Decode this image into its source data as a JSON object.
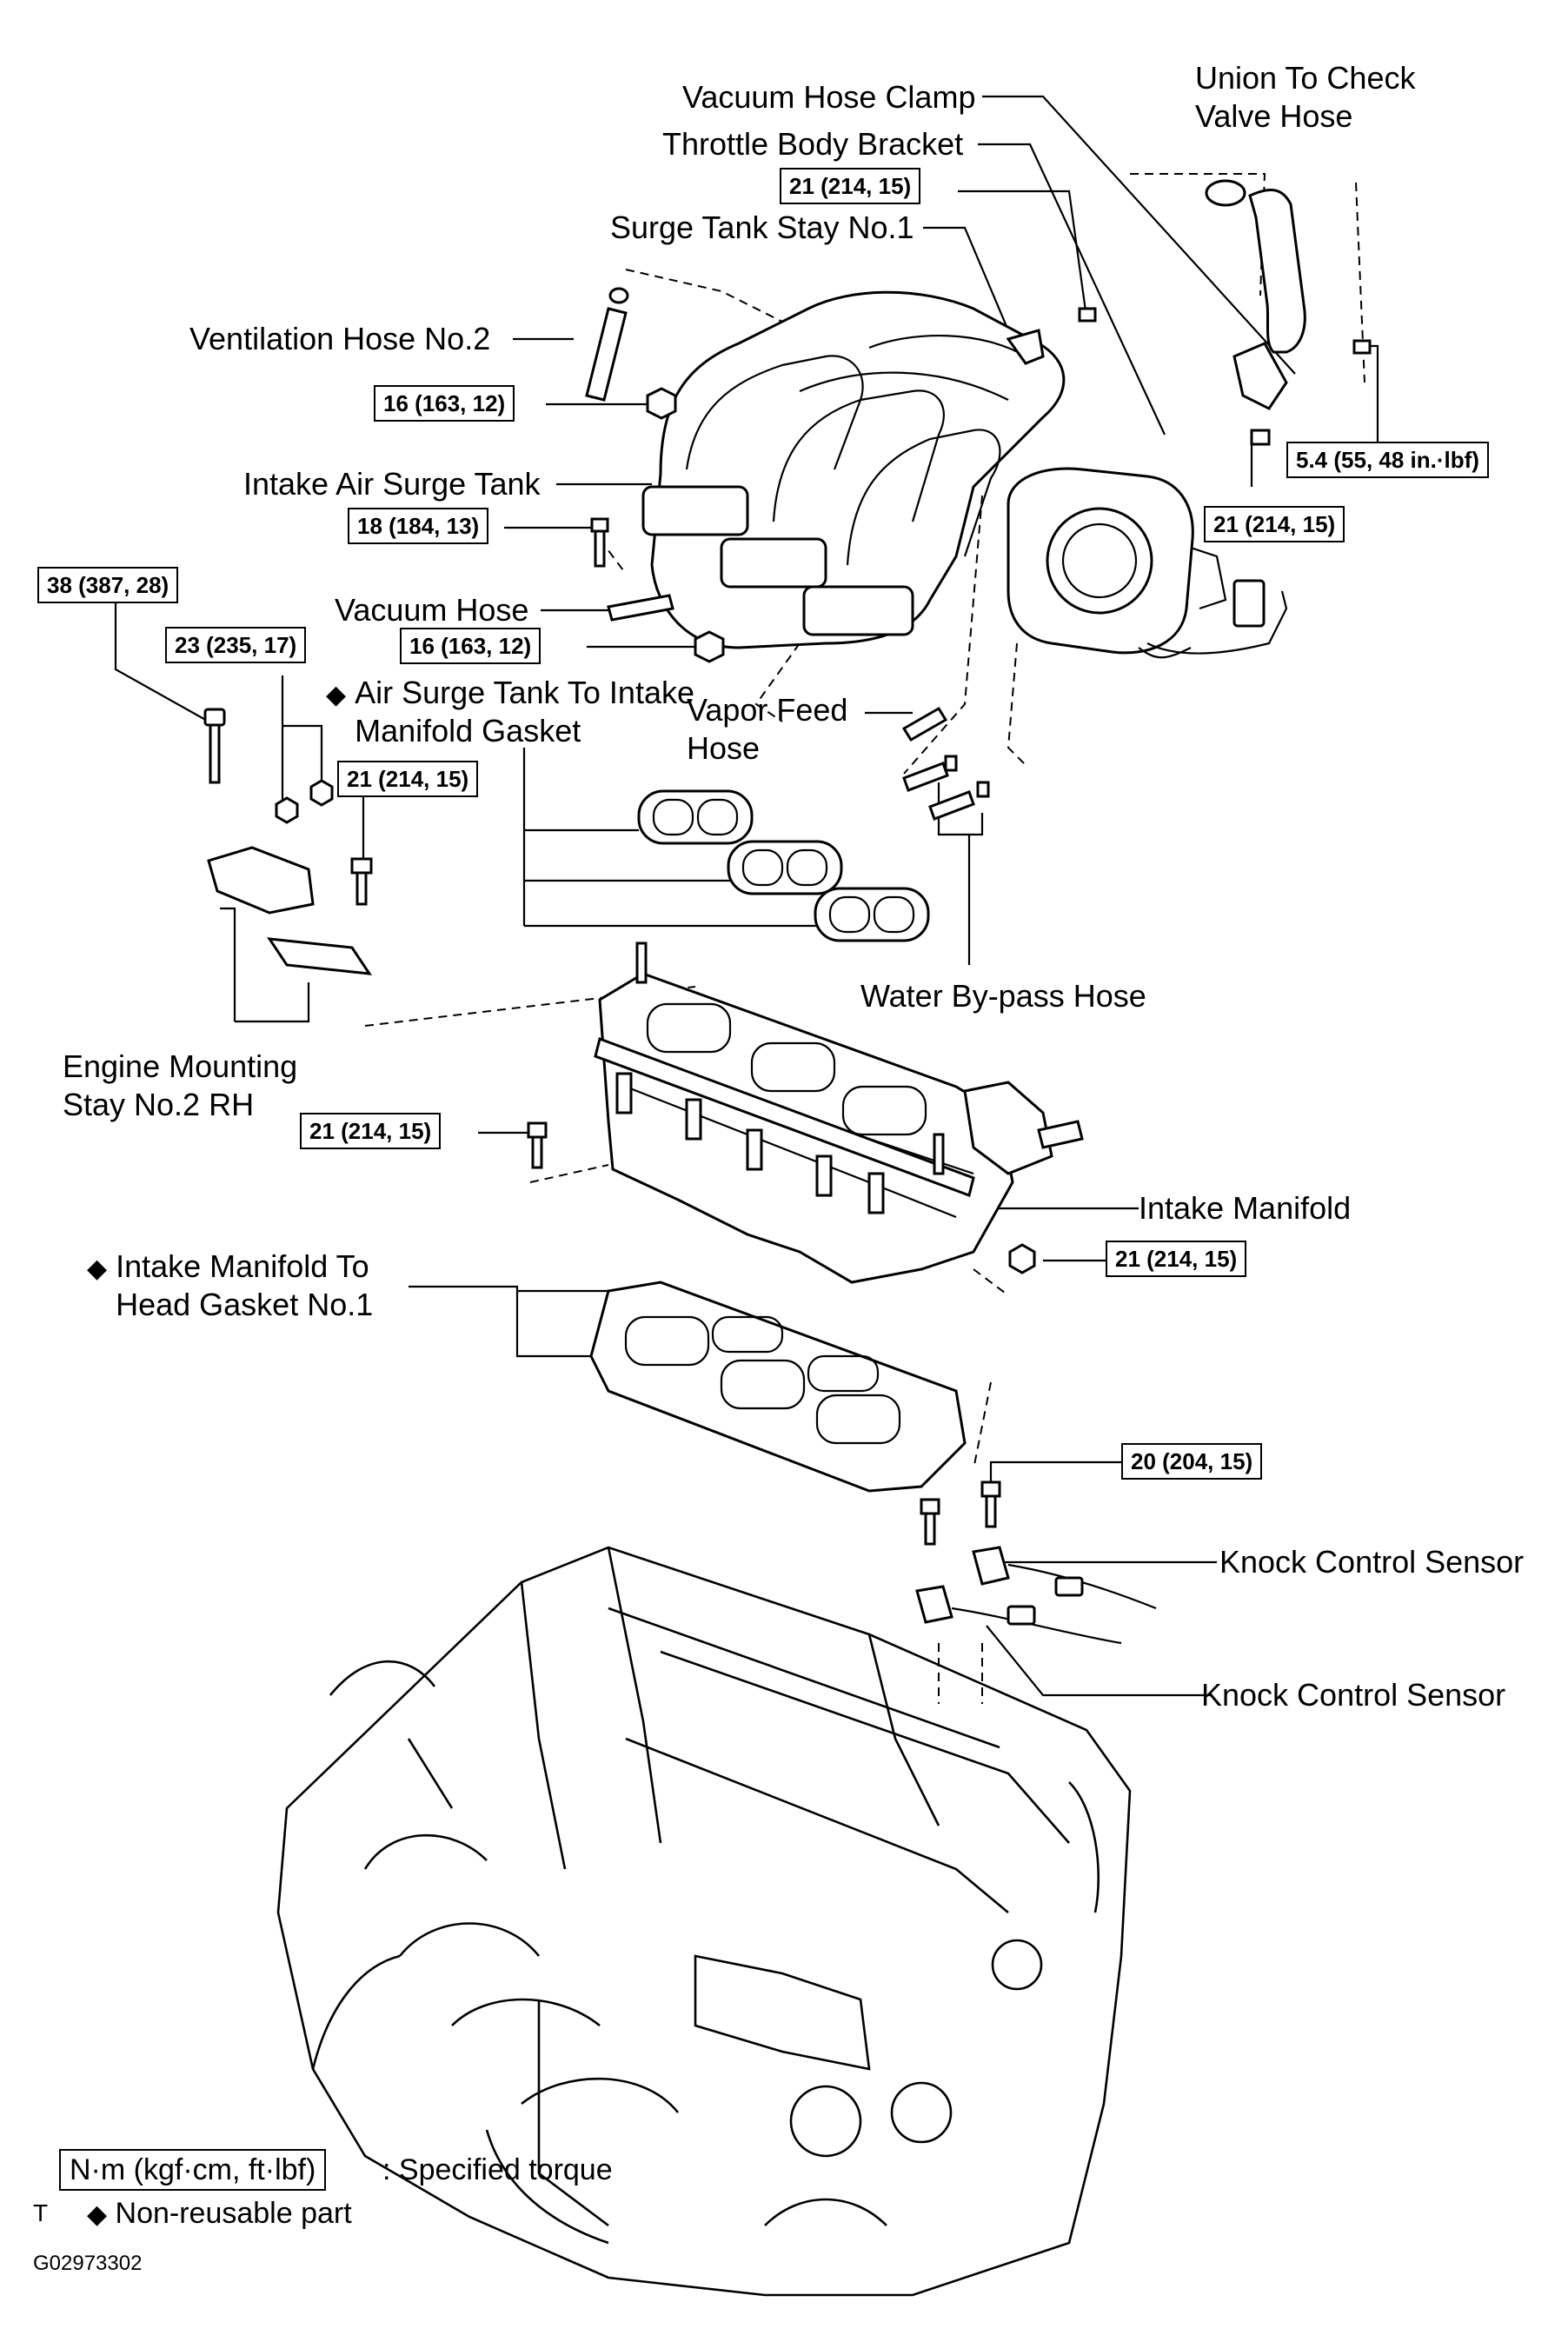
{
  "labels": {
    "vacuum_hose_clamp": "Vacuum Hose Clamp",
    "union_to_check_valve_hose": "Union To Check Valve Hose",
    "throttle_body_bracket": "Throttle Body Bracket",
    "surge_tank_stay_no1": "Surge Tank Stay No.1",
    "ventilation_hose_no2": "Ventilation Hose No.2",
    "intake_air_surge_tank": "Intake Air Surge Tank",
    "vacuum_hose": "Vacuum Hose",
    "air_surge_tank_gasket": "Air Surge Tank To Intake Manifold Gasket",
    "vapor_feed_hose": "Vapor Feed Hose",
    "water_bypass_hose": "Water By-pass Hose",
    "engine_mounting_stay": "Engine Mounting Stay No.2 RH",
    "intake_manifold": "Intake Manifold",
    "intake_manifold_gasket": "Intake Manifold To Head Gasket No.1",
    "knock_sensor_1": "Knock Control Sensor",
    "knock_sensor_2": "Knock Control Sensor"
  },
  "torques": {
    "t_throttle_top": "21 (214, 15)",
    "t_surge_16a": "16 (163, 12)",
    "t_check_valve": "5.4 (55, 48 in.·lbf)",
    "t_throttle_side": "21 (214, 15)",
    "t_surge_18": "18 (184, 13)",
    "t_stay_38": "38 (387, 28)",
    "t_stay_23": "23 (235, 17)",
    "t_surge_16b": "16 (163, 12)",
    "t_stay_21": "21 (214, 15)",
    "t_manifold_left": "21 (214, 15)",
    "t_manifold_right": "21 (214, 15)",
    "t_knock": "20 (204, 15)"
  },
  "legend": {
    "unit_box": "N·m (kgf·cm, ft·lbf)",
    "unit_text": ": Specified torque",
    "t_mark": "T",
    "nonreusable": "Non-reusable part"
  },
  "figure_id": "G02973302",
  "symbols": {
    "nonreusable_mark": "◆"
  }
}
